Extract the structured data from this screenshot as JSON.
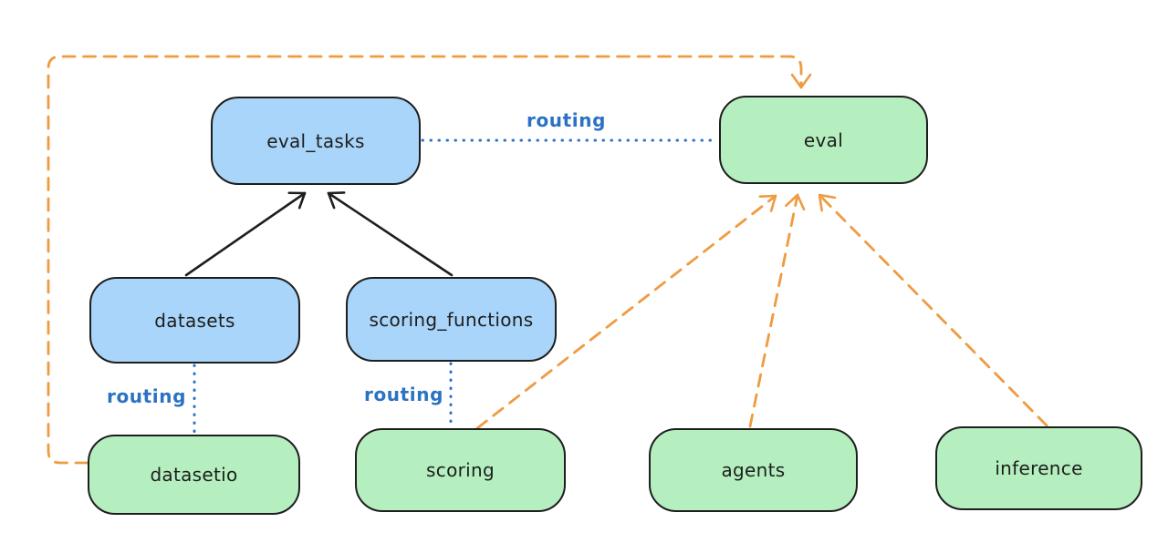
{
  "diagram": {
    "type": "flow-diagram",
    "background": "#ffffff",
    "nodes": {
      "eval_tasks": {
        "label": "eval_tasks",
        "color": "blue"
      },
      "eval": {
        "label": "eval",
        "color": "green"
      },
      "datasets": {
        "label": "datasets",
        "color": "blue"
      },
      "scoring_functions": {
        "label": "scoring_functions",
        "color": "blue"
      },
      "datasetio": {
        "label": "datasetio",
        "color": "green"
      },
      "scoring": {
        "label": "scoring",
        "color": "green"
      },
      "agents": {
        "label": "agents",
        "color": "green"
      },
      "inference": {
        "label": "inference",
        "color": "green"
      }
    },
    "edges": [
      {
        "from": "datasets",
        "to": "eval_tasks",
        "style": "solid-black-arrow",
        "label": ""
      },
      {
        "from": "scoring_functions",
        "to": "eval_tasks",
        "style": "solid-black-arrow",
        "label": ""
      },
      {
        "from": "eval_tasks",
        "to": "eval",
        "style": "dotted-blue",
        "label": "routing"
      },
      {
        "from": "datasets",
        "to": "datasetio",
        "style": "dotted-blue",
        "label": "routing"
      },
      {
        "from": "scoring_functions",
        "to": "scoring",
        "style": "dotted-blue",
        "label": "routing"
      },
      {
        "from": "datasetio",
        "to": "eval",
        "style": "dashed-orange-arrow",
        "label": ""
      },
      {
        "from": "scoring",
        "to": "eval",
        "style": "dashed-orange-arrow",
        "label": ""
      },
      {
        "from": "agents",
        "to": "eval",
        "style": "dashed-orange-arrow",
        "label": ""
      },
      {
        "from": "inference",
        "to": "eval",
        "style": "dashed-orange-arrow",
        "label": ""
      }
    ],
    "colors": {
      "node_stroke": "#1e1e1e",
      "black": "#1e1e1e",
      "blue_fill": "#a8d5f9",
      "green_fill": "#b5efbf",
      "routing_blue": "#2b72c3",
      "orange": "#ef9b40"
    }
  }
}
